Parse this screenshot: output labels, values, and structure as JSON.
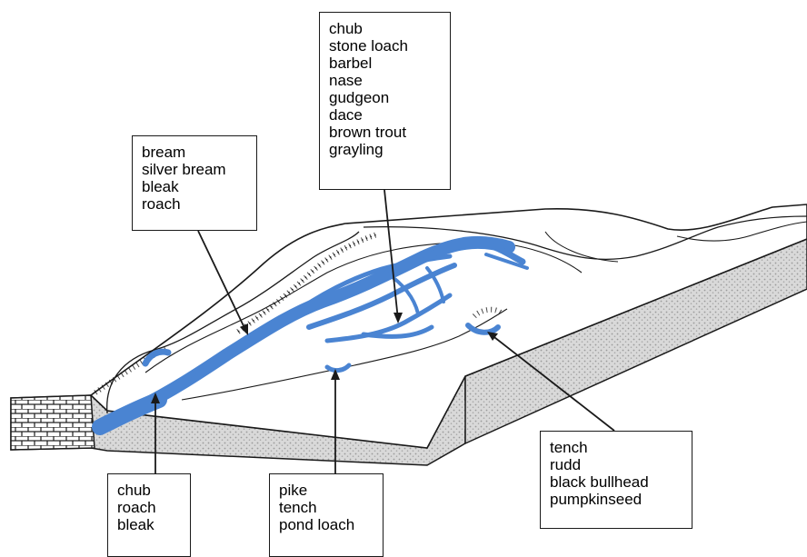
{
  "colors": {
    "water": "#4a84d2",
    "ink": "#1a1a1a",
    "stipple": "#bdbdbd",
    "ground": "#ffffff"
  },
  "labels": {
    "main_channel": [
      "chub",
      "stone loach",
      "barbel",
      "nase",
      "gudgeon",
      "dace",
      "brown trout",
      "grayling"
    ],
    "left_arm": [
      "bream",
      "silver bream",
      "bleak",
      "roach"
    ],
    "right_pool": [
      "tench",
      "rudd",
      "black bullhead",
      "pumpkinseed"
    ],
    "bottom_left": [
      "chub",
      "roach",
      "bleak"
    ],
    "bottom_center": [
      "pike",
      "tench",
      "pond loach"
    ]
  }
}
